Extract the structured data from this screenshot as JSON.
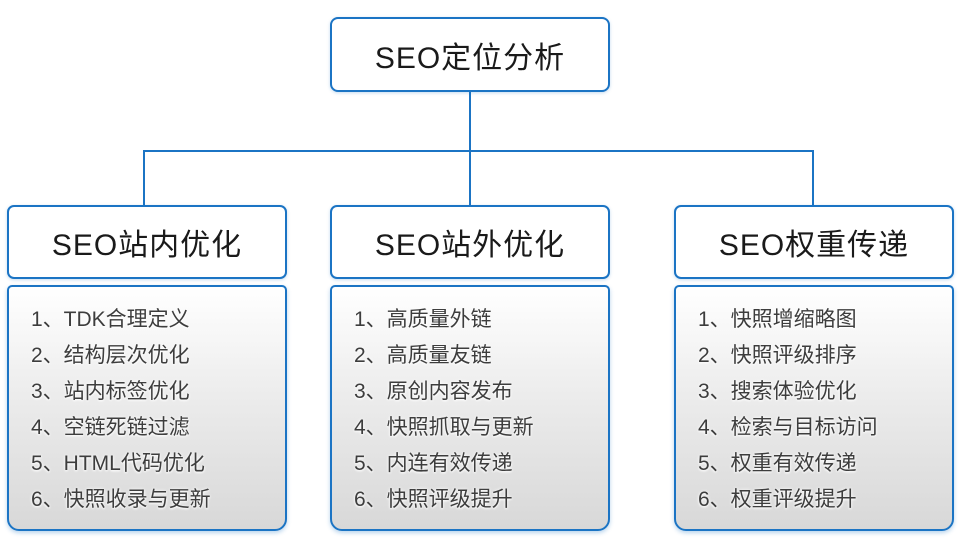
{
  "diagram": {
    "root": {
      "title": "SEO定位分析"
    },
    "branches": [
      {
        "title": "SEO站内优化",
        "items": [
          "1、TDK合理定义",
          "2、结构层次优化",
          "3、站内标签优化",
          "4、空链死链过滤",
          "5、HTML代码优化",
          "6、快照收录与更新"
        ]
      },
      {
        "title": "SEO站外优化",
        "items": [
          "1、高质量外链",
          "2、高质量友链",
          "3、原创内容发布",
          "4、快照抓取与更新",
          "5、内连有效传递",
          "6、快照评级提升"
        ]
      },
      {
        "title": "SEO权重传递",
        "items": [
          "1、快照增缩略图",
          "2、快照评级排序",
          "3、搜索体验优化",
          "4、检索与目标访问",
          "5、权重有效传递",
          "6、权重评级提升"
        ]
      }
    ],
    "colors": {
      "accent": "#1b74c4",
      "header_text": "#1a1a1a",
      "item_text": "#3d3d3d",
      "body_gradient_top": "#ffffff",
      "body_gradient_bottom": "#d8d8d8",
      "background": "#ffffff"
    }
  }
}
